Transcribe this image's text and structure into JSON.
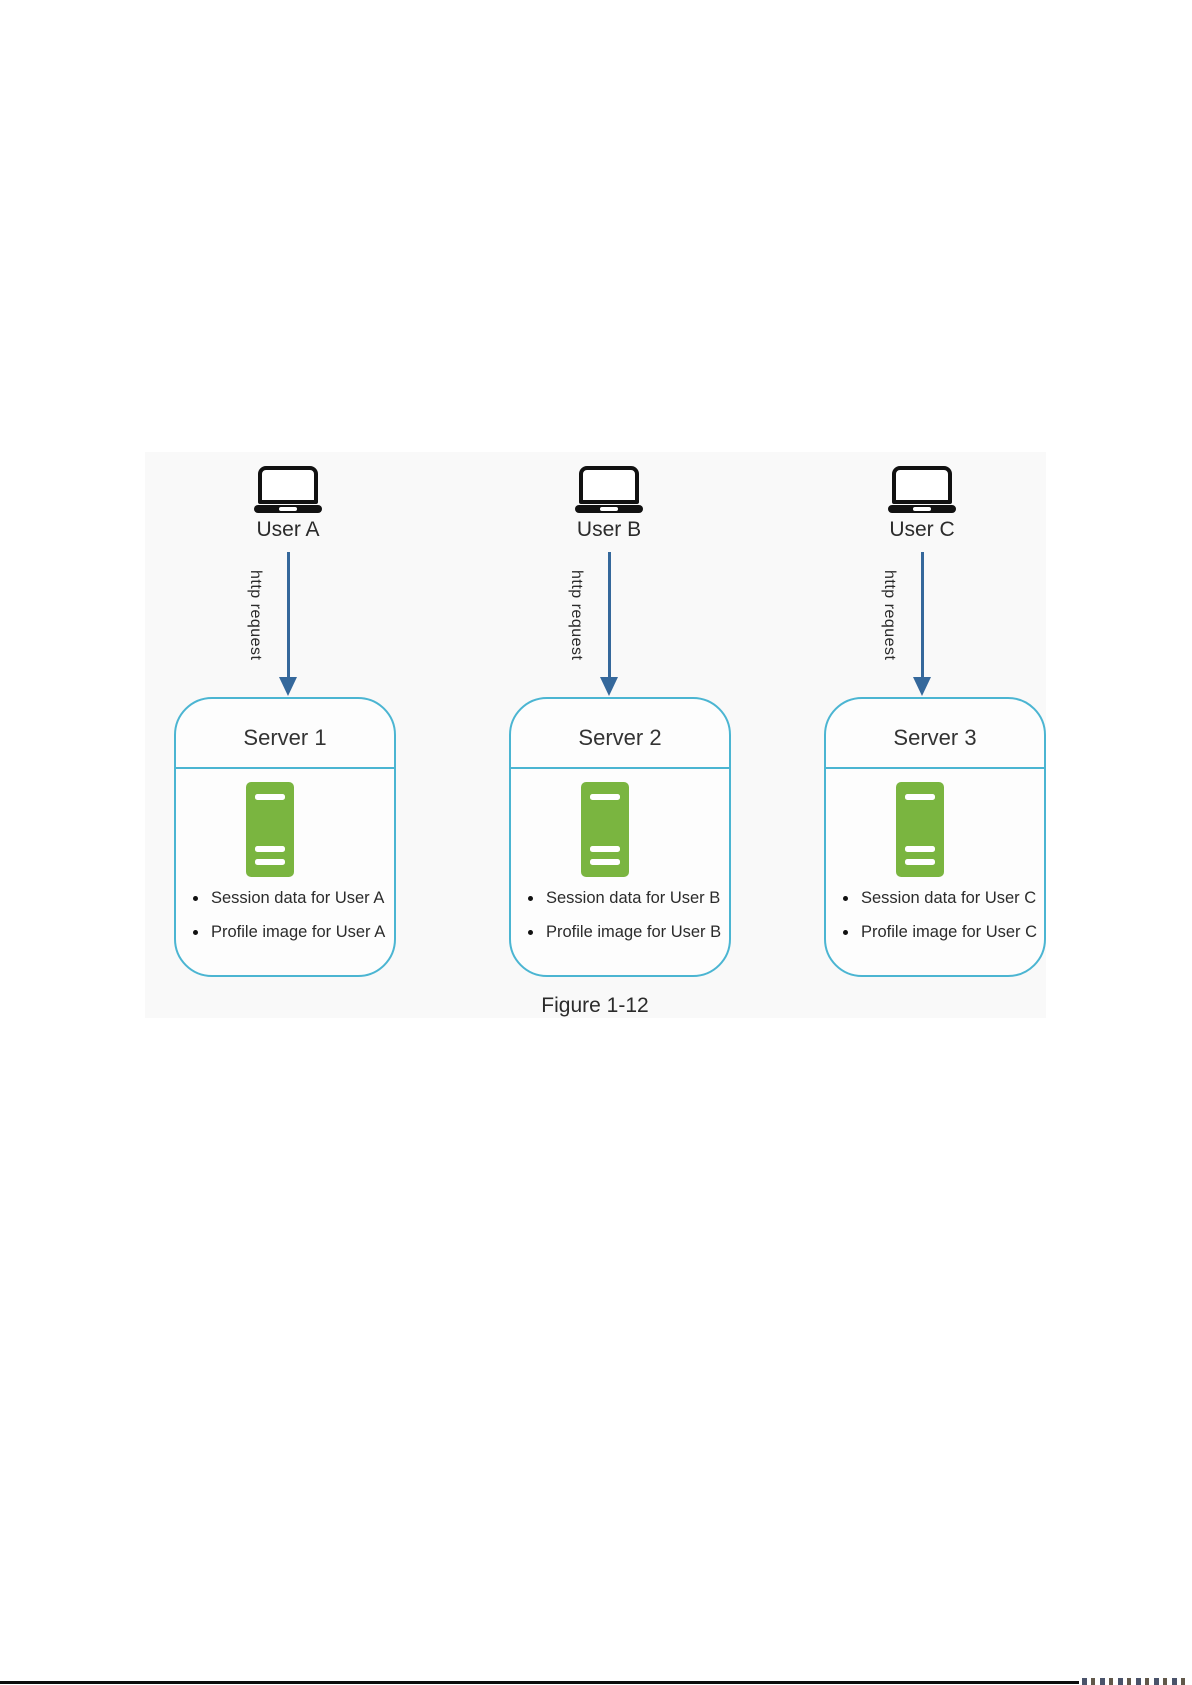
{
  "figure": {
    "caption": "Figure 1-12"
  },
  "columns": [
    {
      "user_label": "User A",
      "arrow_label": "http request",
      "server_title": "Server 1",
      "bullets": [
        "Session data for User A",
        "Profile image for User A"
      ]
    },
    {
      "user_label": "User B",
      "arrow_label": "http request",
      "server_title": "Server 2",
      "bullets": [
        "Session data for User B",
        "Profile image for User B"
      ]
    },
    {
      "user_label": "User C",
      "arrow_label": "http request",
      "server_title": "Server 3",
      "bullets": [
        "Session data for User C",
        "Profile image for User C"
      ]
    }
  ],
  "colors": {
    "arrow_blue": "#35689B",
    "box_border_cyan": "#4BB5D2",
    "server_green": "#7AB540",
    "laptop_black": "#111111",
    "text": "#2b2b2b",
    "panel_background": "#f9f9f9"
  },
  "icons": [
    "laptop-icon",
    "down-arrow-icon",
    "server-rack-icon",
    "bullet-dot-icon"
  ]
}
